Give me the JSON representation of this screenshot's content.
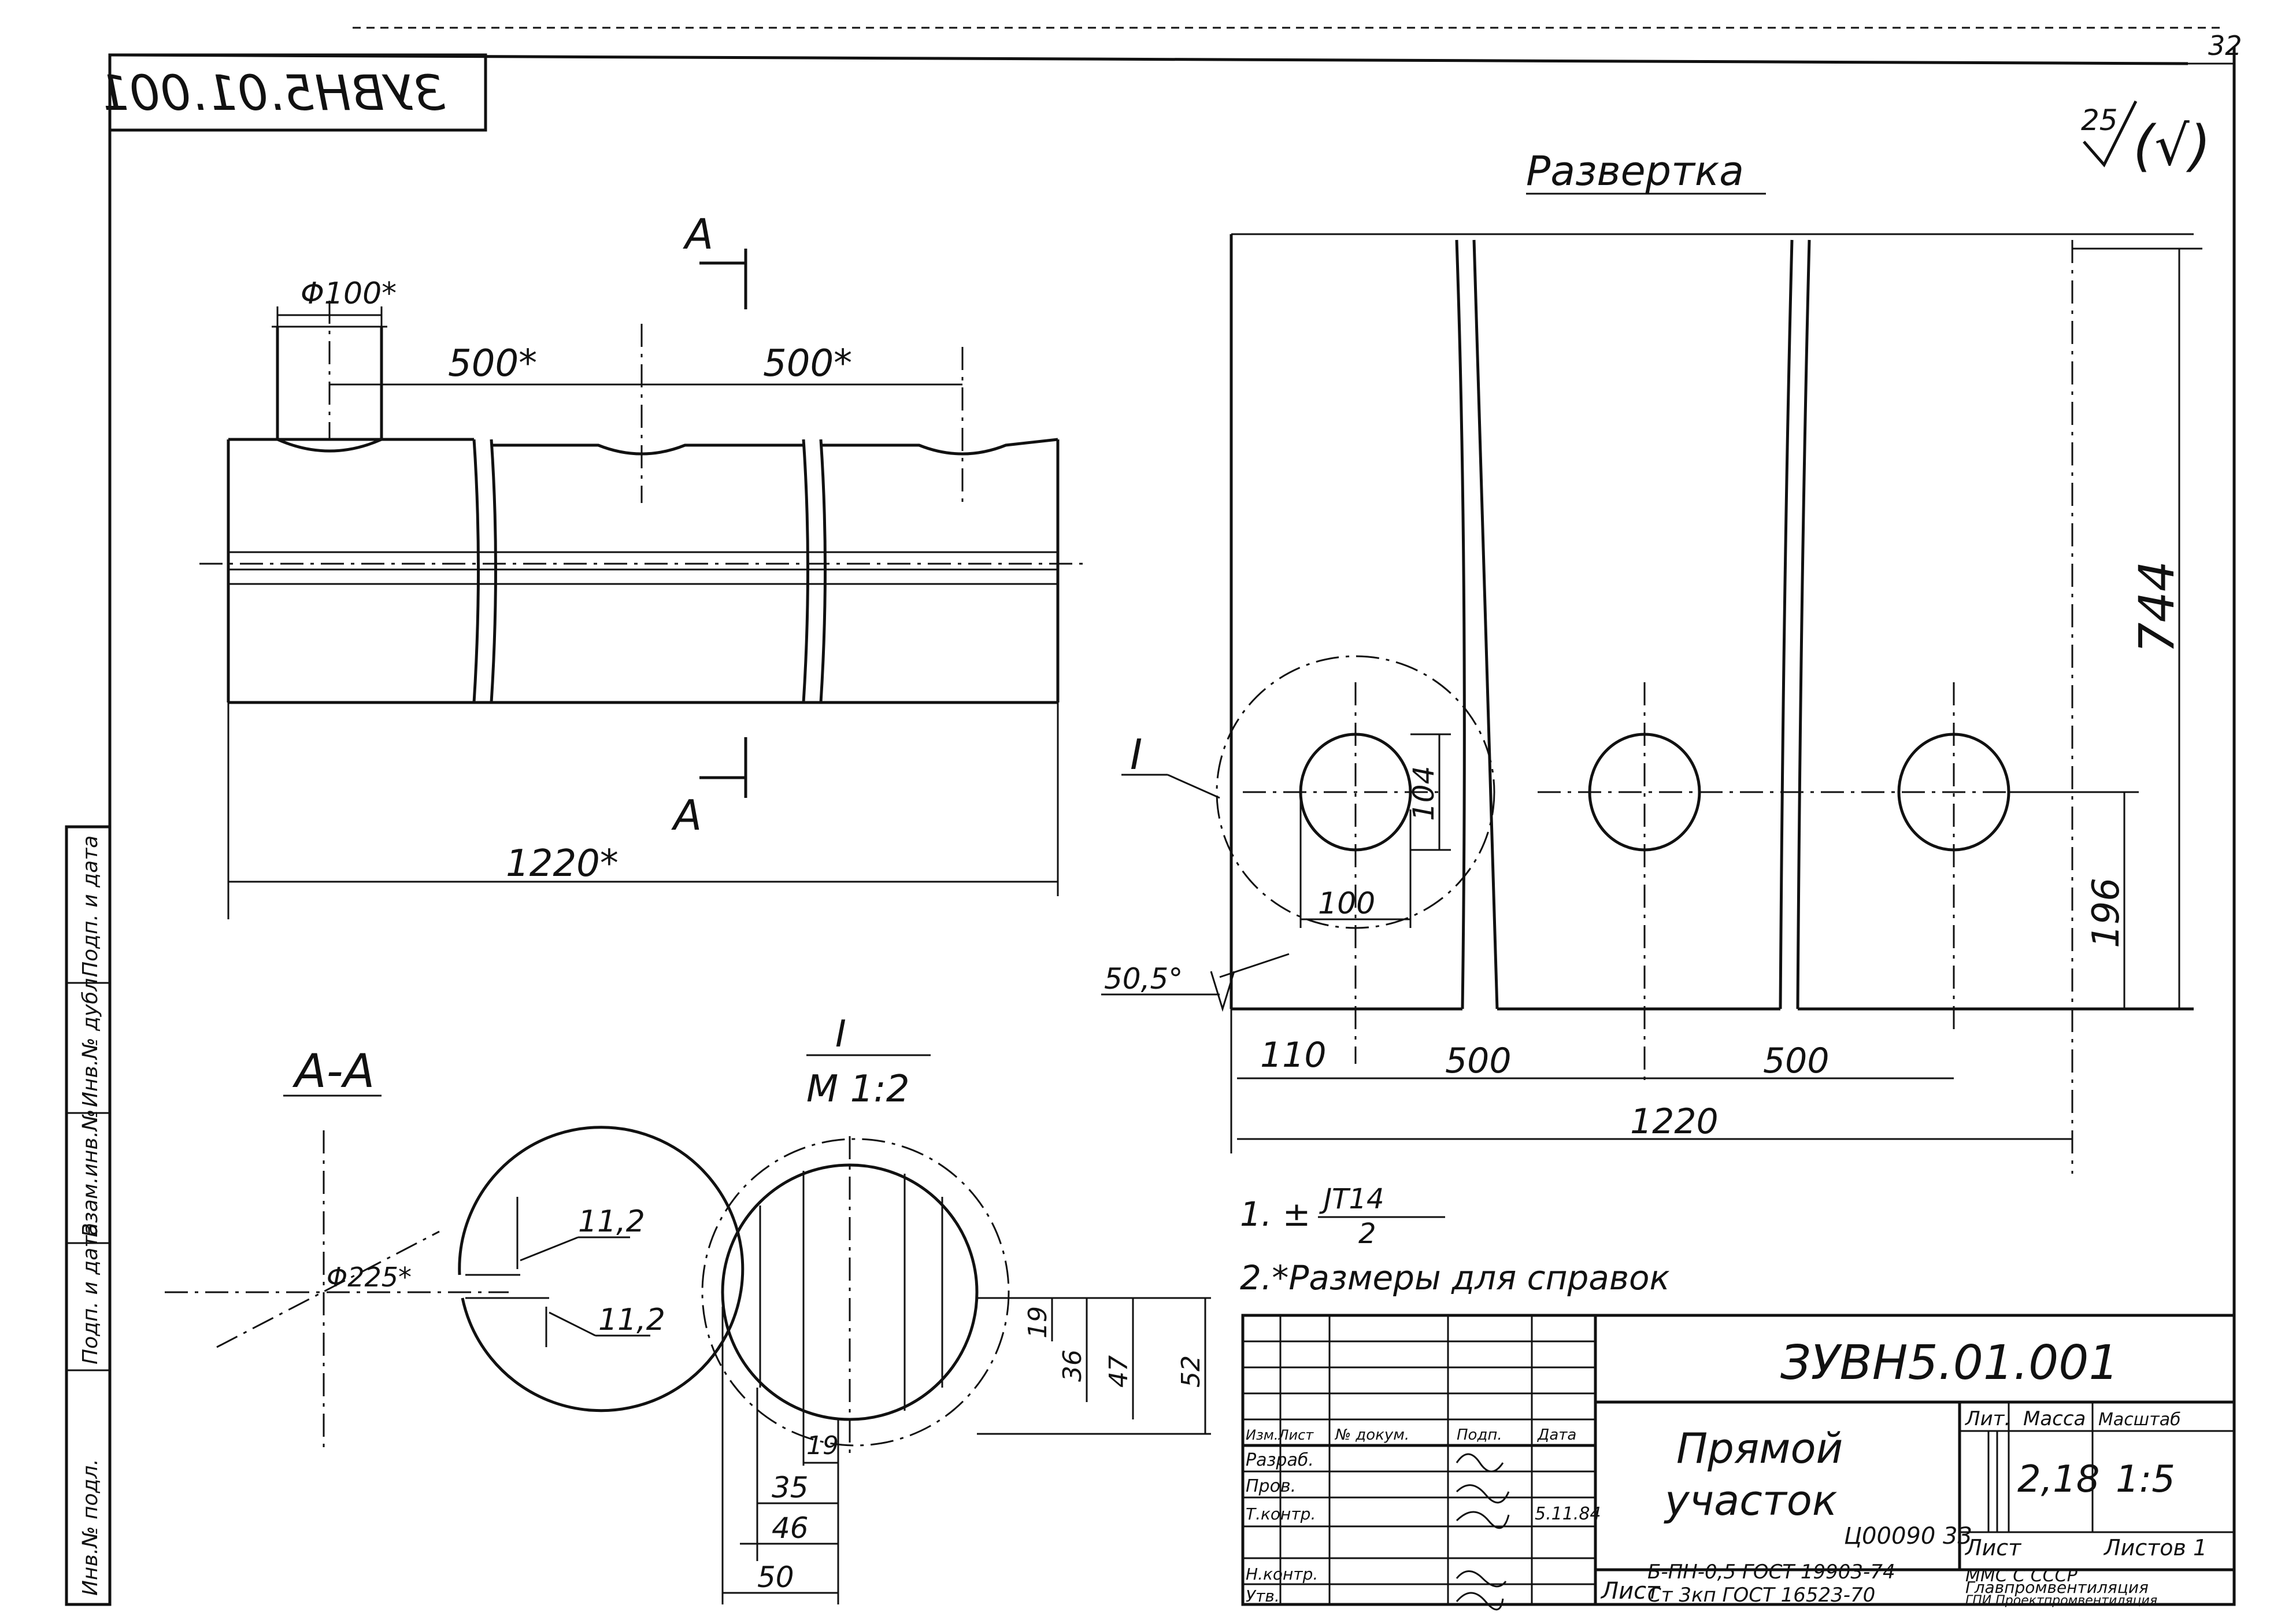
{
  "sheet": {
    "page_number": "32",
    "mirrored_stamp": "ЗУВН5.01.001",
    "roughness": "25",
    "roughness_suffix": "(√)"
  },
  "front_view": {
    "diameter": "Φ100*",
    "dim_500_left": "500*",
    "dim_500_right": "500*",
    "dim_1220": "1220*",
    "section_mark_top": "A",
    "section_mark_bottom": "A"
  },
  "development": {
    "title": "Развертка",
    "dim_744": "744",
    "dim_196": "196",
    "dim_104": "104",
    "dim_100": "100",
    "dim_110": "110",
    "dim_500_a": "500",
    "dim_500_b": "500",
    "dim_1220": "1220",
    "bevel": "50,5°",
    "detail_ref": "I"
  },
  "section_aa": {
    "label": "A-A",
    "diameter": "Φ225*",
    "gap_top": "11,2",
    "gap_bottom": "11,2"
  },
  "detail": {
    "label": "I",
    "scale": "M 1:2",
    "dim_19_v": "19",
    "dim_36": "36",
    "dim_47": "47",
    "dim_52": "52",
    "dim_19_h": "19",
    "dim_35": "35",
    "dim_46": "46",
    "dim_50": "50"
  },
  "notes": {
    "note1_prefix": "1. ±",
    "note1_num": "JT14",
    "note1_den": "2",
    "note2": "2.*Размеры для справок"
  },
  "title_block": {
    "designation": "ЗУВН5.01.001",
    "name_line1": "Прямой",
    "name_line2": "участок",
    "sheet_code": "Ц00090 33",
    "litera_label": "Лит.",
    "mass_label": "Масса",
    "scale_label": "Масштаб",
    "mass": "2,18",
    "scale": "1:5",
    "sheet_label": "Лист",
    "sheets_label": "Листов 1",
    "material_label": "Лист",
    "material_line1": "Б-ПН-0,5 ГОСТ 19903-74",
    "material_line2": "Ст 3кп ГОСТ 16523-70",
    "org_line1": "ММС С          СССР",
    "org_line2": "Главпромвентиляция",
    "org_line3": "ГПИ Проектпромвентиляция",
    "roles": [
      "Изм.Лист",
      "Разраб.",
      "Пров.",
      "Т.контр.",
      "Н.контр.",
      "Утв."
    ],
    "col_heads": [
      "№ докум.",
      "Подп.",
      "Дата"
    ],
    "date": "5.11.84"
  },
  "side_strip": [
    "Подп. и дата",
    "Инв.№ дубл.",
    "Взам.инв.№",
    "Подп. и дата",
    "Инв.№ подл."
  ]
}
